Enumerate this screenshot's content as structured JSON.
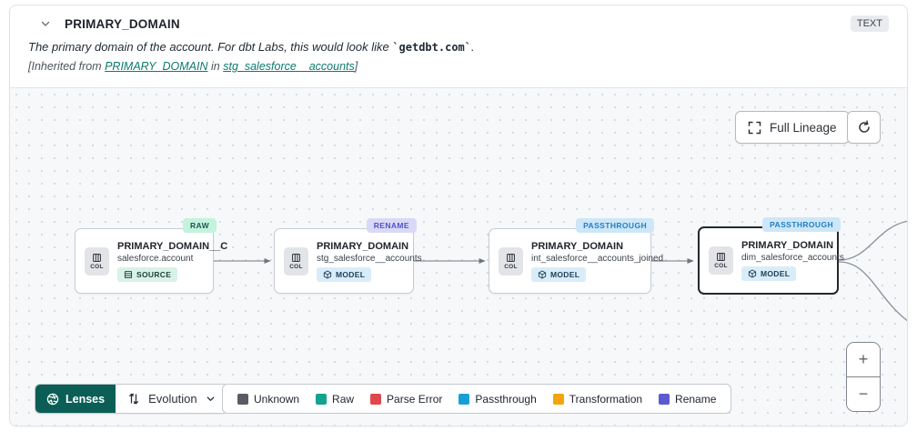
{
  "header": {
    "title": "PRIMARY_DOMAIN",
    "type_badge": "TEXT",
    "description": {
      "text": "The primary domain of the account. For dbt Labs, this would look like ",
      "code": "`getdbt.com`",
      "suffix": "."
    },
    "inherited": {
      "prefix": "[Inherited from ",
      "column_link": "PRIMARY_DOMAIN",
      "connector": " in ",
      "model_link": "stg_salesforce__accounts",
      "suffix": "]"
    }
  },
  "canvas": {
    "full_lineage_label": "Full Lineage",
    "zoom_in_label": "+",
    "zoom_out_label": "−"
  },
  "nodes": [
    {
      "title": "PRIMARY_DOMAIN__C",
      "subtitle": "salesforce.account",
      "col_label": "COL",
      "kind": "SOURCE",
      "badge": "RAW",
      "selected": false
    },
    {
      "title": "PRIMARY_DOMAIN",
      "subtitle": "stg_salesforce__accounts",
      "col_label": "COL",
      "kind": "MODEL",
      "badge": "RENAME",
      "selected": false
    },
    {
      "title": "PRIMARY_DOMAIN",
      "subtitle": "int_salesforce__accounts_joined",
      "col_label": "COL",
      "kind": "MODEL",
      "badge": "PASSTHROUGH",
      "selected": false
    },
    {
      "title": "PRIMARY_DOMAIN",
      "subtitle": "dim_salesforce_accounts",
      "col_label": "COL",
      "kind": "MODEL",
      "badge": "PASSTHROUGH",
      "selected": true
    }
  ],
  "badge_styles": {
    "RAW": {
      "bg": "#c3f3de",
      "fg": "#22584a"
    },
    "RENAME": {
      "bg": "#d9d9f7",
      "fg": "#5252c9"
    },
    "PASSTHROUGH": {
      "bg": "#cde7f8",
      "fg": "#1f7fc4"
    }
  },
  "kind_styles": {
    "SOURCE": {
      "bg": "#d8f2e8",
      "fg": "#21423a"
    },
    "MODEL": {
      "bg": "#d9ecf9",
      "fg": "#1e3e57"
    }
  },
  "footer": {
    "lenses_label": "Lenses",
    "lens_selected": "Evolution",
    "legend": [
      {
        "label": "Unknown",
        "color": "#595c62"
      },
      {
        "label": "Raw",
        "color": "#14a38f"
      },
      {
        "label": "Parse Error",
        "color": "#e0474c"
      },
      {
        "label": "Passthrough",
        "color": "#18a0d5"
      },
      {
        "label": "Transformation",
        "color": "#f2a50c"
      },
      {
        "label": "Rename",
        "color": "#5a5ad1"
      }
    ]
  }
}
